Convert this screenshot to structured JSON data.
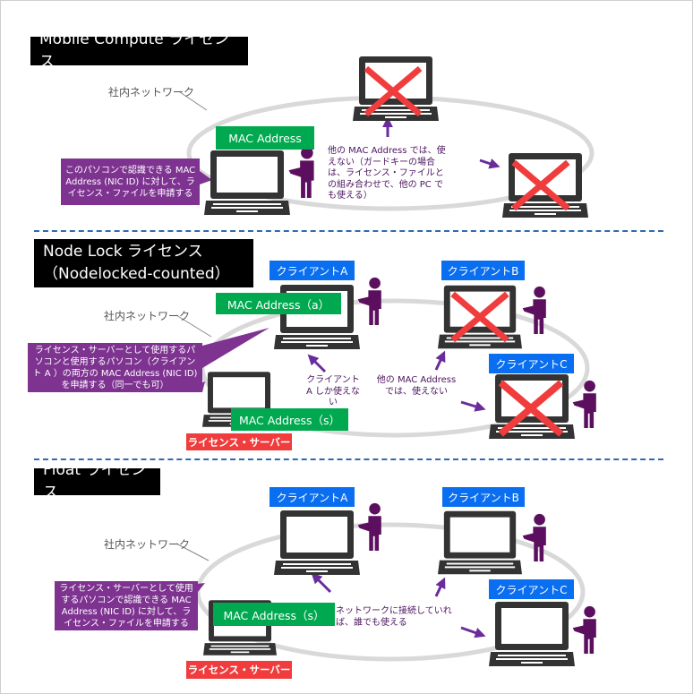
{
  "colors": {
    "title_bg": "#000000",
    "mac": "#00a94f",
    "client": "#0a6ef0",
    "server": "#f03c3c",
    "callout": "#7e3391",
    "arrow": "#6a2c9a",
    "cross": "#f03c3c",
    "network": "#d9d9d9",
    "divider": "#2e6ab0"
  },
  "section1": {
    "title": "Mobile Compute ライセンス",
    "network_label": "社内ネットワーク",
    "mac_label": "MAC Address",
    "callout": "このパソコンで認識できる MAC Address (NIC ID) に対して、ライセンス・ファイルを申請する",
    "note": "他の MAC Address では、使えない（ガードキーの場合は、ライセンス・ファイルとの組み合わせで、他の PC でも使える）"
  },
  "section2": {
    "title_line1": "Node Lock ライセンス",
    "title_line2": "（Nodelocked-counted）",
    "network_label": "社内ネットワーク",
    "client_a": "クライアントA",
    "client_b": "クライアントB",
    "client_c": "クライアントC",
    "mac_a": "MAC Address（a）",
    "mac_s": "MAC Address（s）",
    "server": "ライセンス・サーバー",
    "callout": "ライセンス・サーバーとして使用するパソコンと使用するパソコン（クライアント A ）の両方の MAC Address (NIC ID) を申請する（同一でも可）",
    "note_a": "クライアント A しか使えない",
    "note_other": "他の MAC Address では、使えない"
  },
  "section3": {
    "title": "Float ライセンス",
    "network_label": "社内ネットワーク",
    "client_a": "クライアントA",
    "client_b": "クライアントB",
    "client_c": "クライアントC",
    "mac_s": "MAC Address（s）",
    "server": "ライセンス・サーバー",
    "callout": "ライセンス・サーバーとして使用するパソコンで認識できる MAC Address (NIC ID) に対して、ライセンス・ファイルを申請する",
    "note": "ネットワークに接続していれば、誰でも使える"
  }
}
